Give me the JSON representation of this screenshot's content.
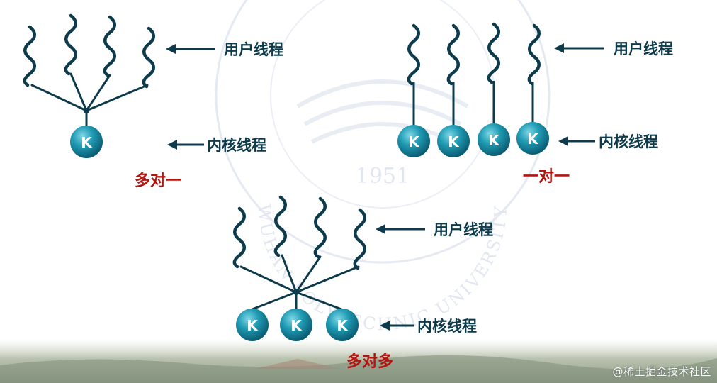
{
  "labels": {
    "user_thread": "用户线程",
    "kernel_thread": "内核线程",
    "kernel_letter": "K"
  },
  "models": {
    "many_to_one": "多对一",
    "one_to_one": "一对一",
    "many_to_many": "多对多"
  },
  "watermark": {
    "year": "1951",
    "arc_text": "WUHAN POLYTECHNIC UNIVERSITY"
  },
  "credit": "@稀土掘金技术社区",
  "colors": {
    "dark": "#0d3b4c",
    "red": "#b3140f",
    "kernel_fill": "#1a8ea6"
  }
}
